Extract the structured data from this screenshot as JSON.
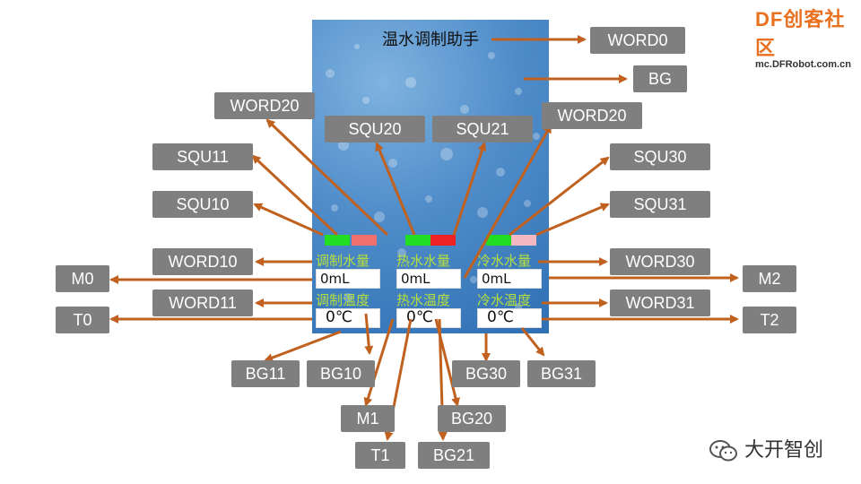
{
  "screen": {
    "title": "温水调制助手",
    "columns": [
      {
        "amount_label": "调制水量",
        "amount": "0mL",
        "temp_label": "调制温度",
        "temp": "0℃"
      },
      {
        "amount_label": "热水水量",
        "amount": "0mL",
        "temp_label": "热水温度",
        "temp": "0℃"
      },
      {
        "amount_label": "冷水水量",
        "amount": "0mL",
        "temp_label": "冷水温度",
        "temp": "0℃"
      }
    ]
  },
  "labels": {
    "WORD0": "WORD0",
    "BG": "BG",
    "WORD20_left": "WORD20",
    "WORD20_right": "WORD20",
    "SQU20": "SQU20",
    "SQU21": "SQU21",
    "SQU11": "SQU11",
    "SQU10": "SQU10",
    "SQU30": "SQU30",
    "SQU31": "SQU31",
    "WORD10": "WORD10",
    "WORD30": "WORD30",
    "M0": "M0",
    "M2": "M2",
    "WORD11": "WORD11",
    "WORD31": "WORD31",
    "T0": "T0",
    "T2": "T2",
    "BG11": "BG11",
    "BG10": "BG10",
    "BG30": "BG30",
    "BG31": "BG31",
    "M1": "M1",
    "BG20": "BG20",
    "T1": "T1",
    "BG21": "BG21"
  },
  "logo": {
    "brand": "DF创客社区",
    "site": "mc.DFRobot.com.cn"
  },
  "watermark": "大开智创",
  "colors": {
    "arrow": "#c0611f",
    "label_bg": "#7f7f7f",
    "green": "#22dd22",
    "red": "#ee2222",
    "pink": "#f4b8c0",
    "salmon": "#f07070",
    "text_green": "#b8e03c"
  }
}
